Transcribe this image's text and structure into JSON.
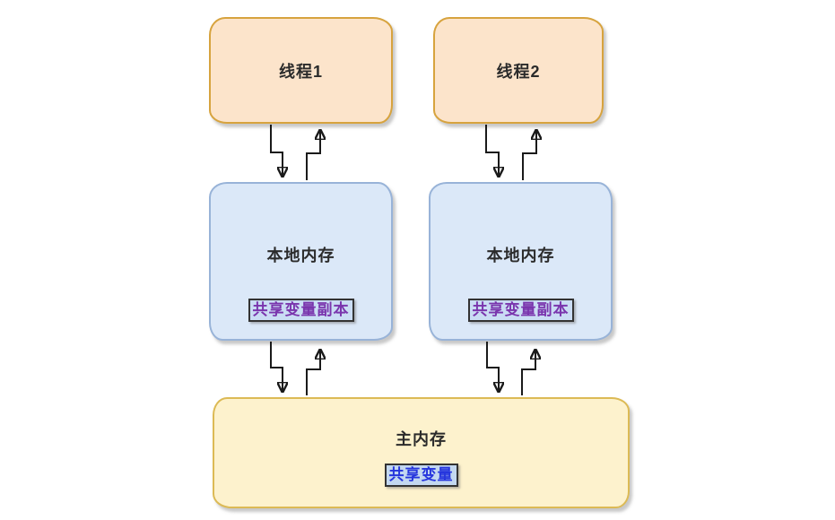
{
  "diagram": {
    "description": "java-memory-model-diagram",
    "nodes": {
      "thread1": {
        "label": "线程1"
      },
      "thread2": {
        "label": "线程2"
      },
      "local1": {
        "label": "本地内存",
        "badge": "共享变量副本"
      },
      "local2": {
        "label": "本地内存",
        "badge": "共享变量副本"
      },
      "main_memory": {
        "label": "主内存",
        "badge": "共享变量"
      }
    },
    "colors": {
      "thread_fill": "#fce4cb",
      "thread_border": "#d7a33e",
      "local_fill": "#dbe8f8",
      "local_border": "#98b3d8",
      "main_fill": "#fdf2cd",
      "main_border": "#dcba55",
      "badge_copy_bg": "#cadcf4",
      "badge_copy_text": "#7a35ad",
      "badge_shared_bg": "#c3d8f0",
      "badge_shared_text": "#2636dd",
      "title_text": "#2b2b2b",
      "arrow": "#1a1a1a",
      "background": "#ffffff"
    }
  }
}
